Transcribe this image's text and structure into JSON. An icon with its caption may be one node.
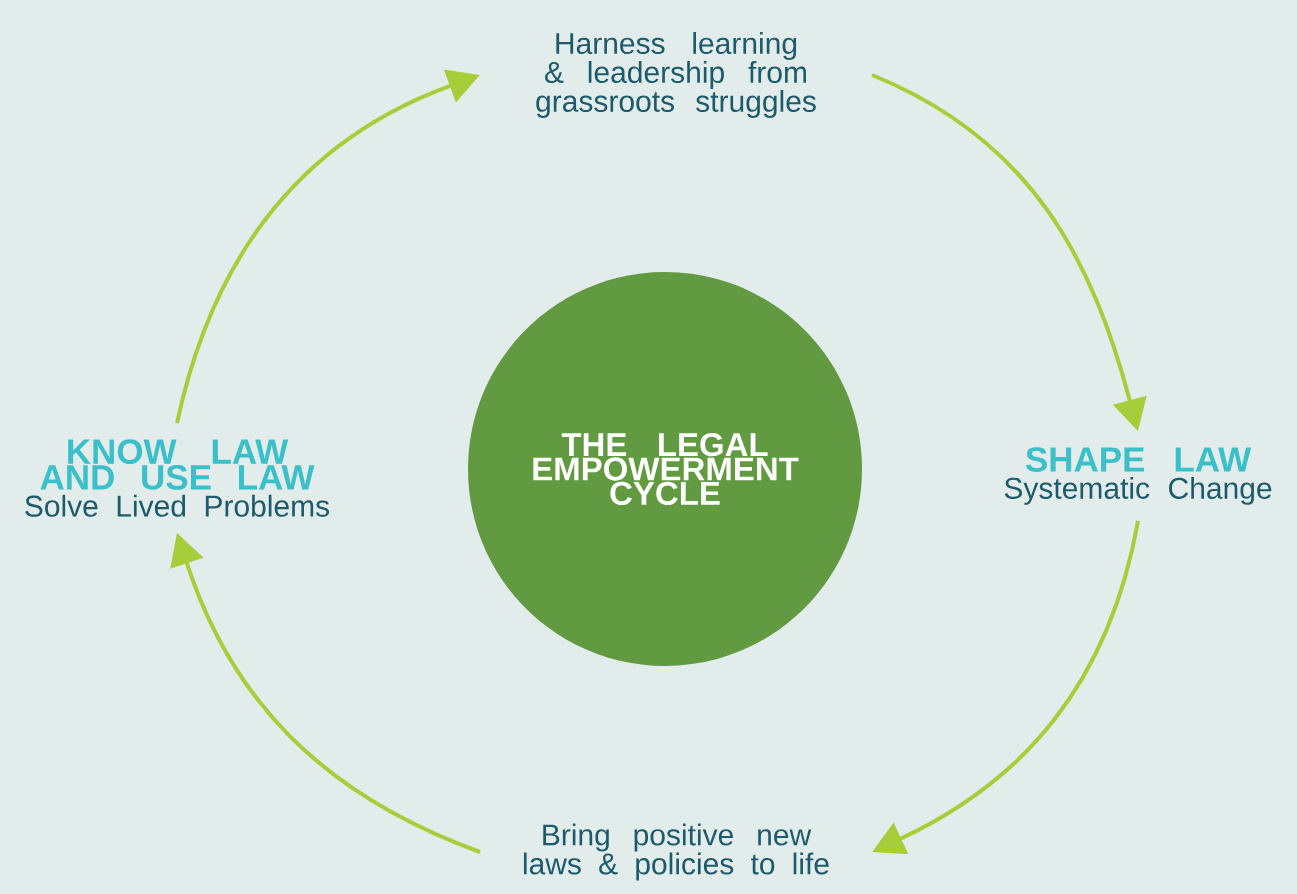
{
  "diagram": {
    "nodes": [
      {
        "text": [
          "THE LEGAL EMPOWERMENT CYCLE"
        ]
      },
      {
        "text": [
          "Harness learning & leadership from grassroots struggles"
        ]
      },
      {
        "text": [
          "SHAPE LAW",
          "Systematic Change"
        ]
      },
      {
        "text": [
          "Bring positive new laws & policies to life"
        ]
      },
      {
        "text": [
          "KNOW LAW AND USE LAW",
          "Solve Lived Problems"
        ]
      }
    ],
    "edges": [
      {
        "from": 4,
        "to": 1,
        "arrow": "to"
      },
      {
        "from": 1,
        "to": 2,
        "arrow": "to"
      },
      {
        "from": 2,
        "to": 3,
        "arrow": "to"
      },
      {
        "from": 3,
        "to": 4,
        "arrow": "to"
      }
    ]
  }
}
